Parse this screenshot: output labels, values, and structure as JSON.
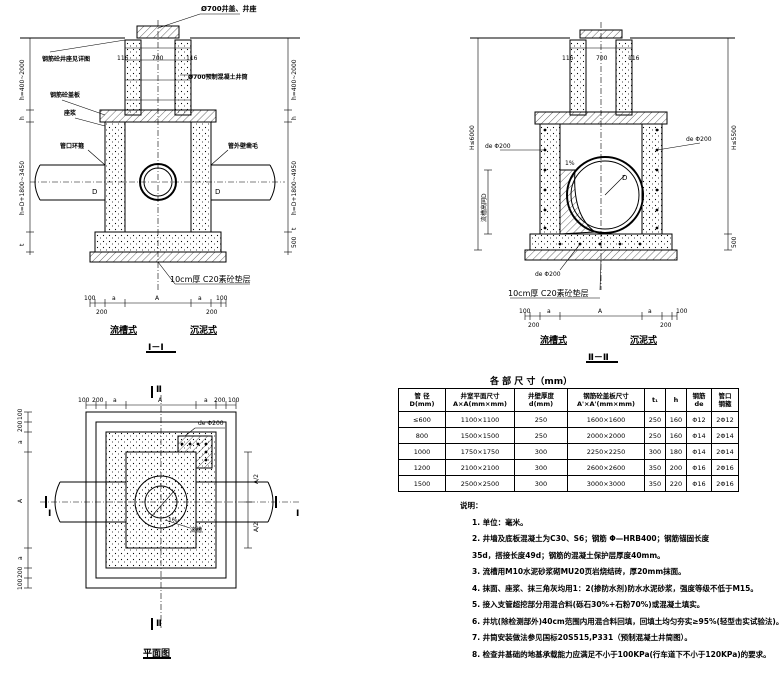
{
  "section1": {
    "callouts": {
      "cover": "Ø700井盖、井座",
      "neck_tube": "Ø700预制混凝土井筒",
      "cover_seat": "钢筋砼井座见详图",
      "cover_plate": "钢筋砼盖板",
      "mortar_bed": "座浆",
      "pipe_ring": "管口环箍",
      "pipe_sleeve": "管外壁凿毛",
      "cushion": "10cm厚 C20素砼垫层"
    },
    "dims": {
      "top_116_left": "116",
      "top_700": "700",
      "top_116_right": "116",
      "left_neck": "h=400~2000",
      "left_body": "h=D+1800~3450",
      "left_h": "h",
      "left_t": "t",
      "right_neck": "h=400~2000",
      "right_body": "h=D+1800~4950",
      "right_500": "500",
      "right_h": "h",
      "right_t": "t",
      "pipe_left": "D",
      "pipe_right": "D",
      "bot_100": "100",
      "bot_200": "200",
      "bot_a": "a",
      "bot_A": "A",
      "bot_a2": "a",
      "bot_200b": "200",
      "bot_100b": "100"
    },
    "sub_left": "流槽式",
    "sub_right": "沉泥式",
    "title": "Ⅰ－Ⅰ"
  },
  "section2": {
    "dims": {
      "top_116_left": "116",
      "top_700": "700",
      "top_116_right": "116",
      "left_H": "H≤6000",
      "right_H": "H≤5500",
      "right_500": "500",
      "channel": "流槽高同D",
      "slope": "1%",
      "pipe_d": "D",
      "rebar_left": "de Φ200",
      "rebar_right": "de Φ200",
      "rebar_bottom": "de Φ200",
      "cushion": "10cm厚 C20素砼垫层",
      "bot_100": "100",
      "bot_200": "200",
      "bot_a": "a",
      "bot_A": "A",
      "bot_a2": "a",
      "bot_200b": "200",
      "bot_100b": "100"
    },
    "sub_left": "流槽式",
    "sub_right": "沉泥式",
    "title": "Ⅱ－Ⅱ"
  },
  "plan": {
    "marker_top": "Ⅱ",
    "marker_bottom": "Ⅱ",
    "marker_left": "Ⅰ",
    "marker_right": "Ⅰ",
    "dims": {
      "top_100": "100",
      "top_200": "200",
      "top_a": "a",
      "top_A": "A",
      "top_a2": "a",
      "top_200b": "200",
      "top_100b": "100",
      "left_100": "100",
      "left_200": "200",
      "left_a": "a",
      "left_A": "A",
      "left_a2": "a",
      "left_200b": "200",
      "left_100b": "100",
      "right_A2a": "A/2",
      "right_A2b": "A/2",
      "rebar": "de Φ200",
      "channel": "流槽",
      "slope": "1%"
    },
    "title": "平面图"
  },
  "table": {
    "title": "各 部 尺 寸（mm）",
    "headers": [
      "管 径\nD(mm)",
      "井室平面尺寸\nA×A(mm×mm)",
      "井壁厚度\nd(mm)",
      "钢筋砼盖板尺寸\nA'×A'(mm×mm)",
      "t₁",
      "h",
      "钢筋\nde",
      "管口\n钢箍"
    ],
    "rows": [
      [
        "≤600",
        "1100×1100",
        "250",
        "1600×1600",
        "250",
        "160",
        "Φ12",
        "2Φ12"
      ],
      [
        "800",
        "1500×1500",
        "250",
        "2000×2000",
        "250",
        "160",
        "Φ14",
        "2Φ14"
      ],
      [
        "1000",
        "1750×1750",
        "300",
        "2250×2250",
        "300",
        "180",
        "Φ14",
        "2Φ14"
      ],
      [
        "1200",
        "2100×2100",
        "300",
        "2600×2600",
        "350",
        "200",
        "Φ16",
        "2Φ16"
      ],
      [
        "1500",
        "2500×2500",
        "300",
        "3000×3000",
        "350",
        "220",
        "Φ16",
        "2Φ16"
      ]
    ]
  },
  "notes": {
    "heading": "说明：",
    "items": [
      "1. 单位：毫米。",
      "2. 井墙及底板混凝土为C30、S6；钢筋 Φ—HRB400；钢筋锚固长度",
      "35d，搭接长度49d；钢筋的混凝土保护层厚度40mm。",
      "3. 流槽用M10水泥砂浆砌MU20页岩烧结砖，厚20mm抹面。",
      "4. 抹面、座浆、抹三角灰均用1：2(掺防水剂)防水水泥砂浆，强度等级不低于M15。",
      "5. 接入支管超挖部分用混合料(砾石30%+石粉70%)或混凝土填实。",
      "6. 井坑(除检测部外)40cm范围内用混合料回填，回填土均匀夯实≥95%(轻型击实试验法)。",
      "7. 井筒安装做法参见国标20S515,P331（预制混凝土井筒图）。",
      "8. 检查井基础的地基承载能力应满足不小于100KPa(行车道下不小于120KPa)的要求。"
    ]
  }
}
